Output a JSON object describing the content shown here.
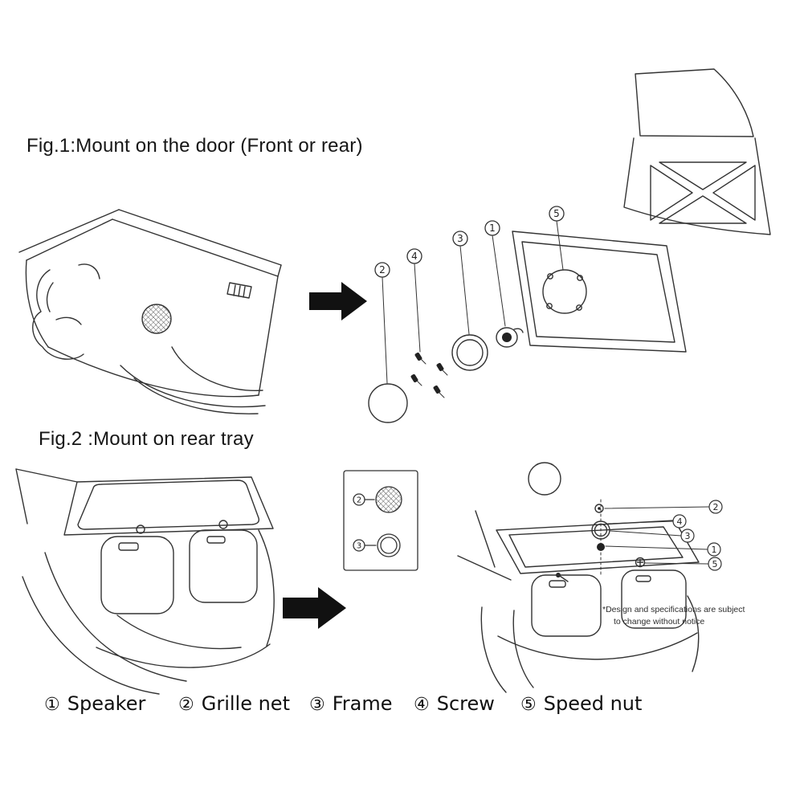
{
  "fig1": {
    "caption": "Fig.1:Mount on the door (Front or rear)",
    "callouts": {
      "grille": "2",
      "screw": "4",
      "frame": "3",
      "speaker": "1",
      "speednut": "5"
    }
  },
  "fig2": {
    "caption": "Fig.2 :Mount on rear tray",
    "panel": {
      "grille": "2",
      "frame": "3"
    },
    "callouts": {
      "grille": "2",
      "screw": "4",
      "frame": "3",
      "speaker": "1",
      "speednut": "5"
    }
  },
  "footnote": {
    "line1": "*Design and specifications are subject",
    "line2": "to change without notice"
  },
  "legend": [
    {
      "num": "①",
      "label": "Speaker"
    },
    {
      "num": "②",
      "label": "Grille net"
    },
    {
      "num": "③",
      "label": "Frame"
    },
    {
      "num": "④",
      "label": "Screw"
    },
    {
      "num": "⑤",
      "label": "Speed nut"
    }
  ]
}
